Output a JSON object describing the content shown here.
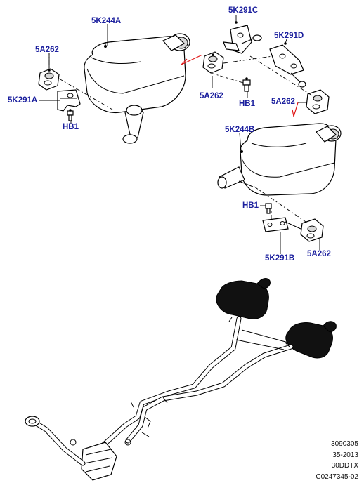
{
  "callouts": {
    "rear_muffler_left": "5K244A",
    "rear_muffler_right": "5K244B",
    "bracket_top": "5K291C",
    "bracket_upper_right": "5K291D",
    "bracket_left": "5K291A",
    "bracket_lower": "5K291B",
    "isolator_left": "5A262",
    "isolator_center": "5A262",
    "isolator_right_upper": "5A262",
    "isolator_right_lower": "5A262",
    "bolt_left": "HB1",
    "bolt_center": "HB1",
    "bolt_lower": "HB1"
  },
  "reference": {
    "line1": "3090305",
    "line2": "35-2013",
    "line3": "30DDTX",
    "line4": "C0247345-02"
  },
  "colors": {
    "callout_text": "#1b1f9e",
    "arrow": "#e01818",
    "line": "#000000"
  }
}
